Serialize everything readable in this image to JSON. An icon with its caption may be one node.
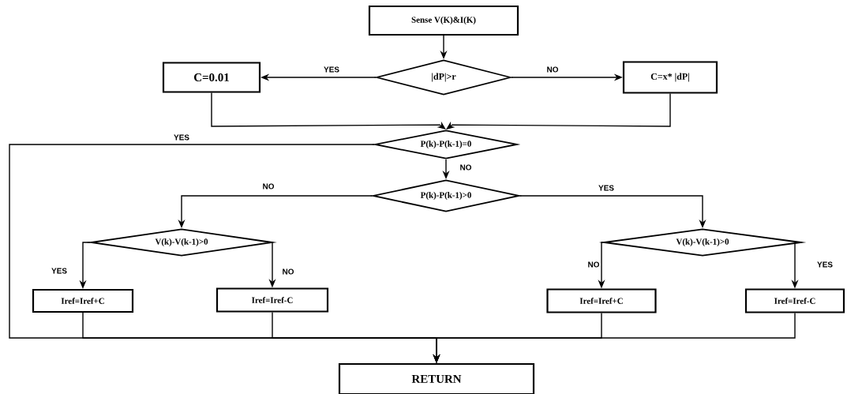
{
  "diagram": {
    "nodes": [
      {
        "text": [
          "Sense V(K)&I(K)"
        ]
      },
      {
        "text": [
          "|dP|>r"
        ]
      },
      {
        "text": [
          "C=0.01"
        ]
      },
      {
        "text": [
          "C=x* |dP|"
        ]
      },
      {
        "text": [
          "P(k)-P(k-1)=0"
        ]
      },
      {
        "text": [
          "P(k)-P(k-1)>0"
        ]
      },
      {
        "text": [
          "V(k)-V(k-1)>0"
        ]
      },
      {
        "text": [
          "V(k)-V(k-1)>0"
        ]
      },
      {
        "text": [
          "Iref=Iref+C"
        ]
      },
      {
        "text": [
          "Iref=Iref-C"
        ]
      },
      {
        "text": [
          "Iref=Iref+C"
        ]
      },
      {
        "text": [
          "Iref=Iref-C"
        ]
      },
      {
        "text": [
          "RETURN"
        ]
      }
    ],
    "edges": [
      {
        "from": 0,
        "to": 1,
        "arrow": "to"
      },
      {
        "from": 1,
        "to": 2,
        "arrow": "to",
        "label": "YES"
      },
      {
        "from": 1,
        "to": 3,
        "arrow": "to",
        "label": "NO"
      },
      {
        "from": 2,
        "to": 4,
        "arrow": "to"
      },
      {
        "from": 3,
        "to": 4,
        "arrow": "to"
      },
      {
        "from": 4,
        "to": 12,
        "arrow": "to",
        "label": "YES"
      },
      {
        "from": 4,
        "to": 5,
        "arrow": "to",
        "label": "NO"
      },
      {
        "from": 5,
        "to": 6,
        "arrow": "to",
        "label": "NO"
      },
      {
        "from": 5,
        "to": 7,
        "arrow": "to",
        "label": "YES"
      },
      {
        "from": 6,
        "to": 8,
        "arrow": "to",
        "label": "YES"
      },
      {
        "from": 6,
        "to": 9,
        "arrow": "to",
        "label": "NO"
      },
      {
        "from": 7,
        "to": 10,
        "arrow": "to",
        "label": "NO"
      },
      {
        "from": 7,
        "to": 11,
        "arrow": "to",
        "label": "YES"
      },
      {
        "from": 8,
        "to": 12,
        "arrow": "to"
      },
      {
        "from": 9,
        "to": 12,
        "arrow": "to"
      },
      {
        "from": 10,
        "to": 12,
        "arrow": "to"
      },
      {
        "from": 11,
        "to": 12,
        "arrow": "to"
      }
    ]
  }
}
